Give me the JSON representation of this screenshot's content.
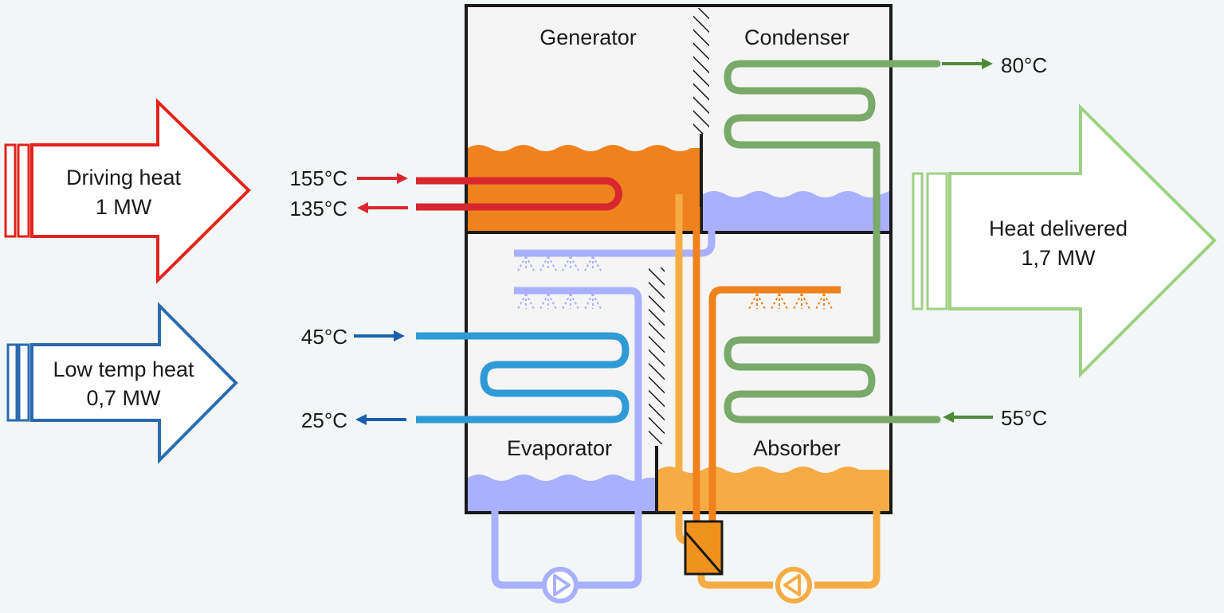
{
  "chambers": {
    "generator": "Generator",
    "condenser": "Condenser",
    "evaporator": "Evaporator",
    "absorber": "Absorber"
  },
  "arrows": {
    "driving": {
      "title": "Driving heat",
      "value": "1 MW"
    },
    "low_temp": {
      "title": "Low temp heat",
      "value": "0,7 MW"
    },
    "delivered": {
      "title": "Heat delivered",
      "value": "1,7 MW"
    }
  },
  "temperatures": {
    "driving_in": "155°C",
    "driving_out": "135°C",
    "low_in": "45°C",
    "low_out": "25°C",
    "delivered_out": "80°C",
    "delivered_in": "55°C"
  },
  "colors": {
    "driving": "#e2231a",
    "low_temp": "#2a6bb0",
    "delivered": "#9fd184",
    "green_pipe": "#7aaa6a",
    "orange_dark": "#f0821e",
    "orange_light": "#f6ac45",
    "lilac": "#a9b0ff",
    "blue_pipe": "#2f9ad6"
  }
}
